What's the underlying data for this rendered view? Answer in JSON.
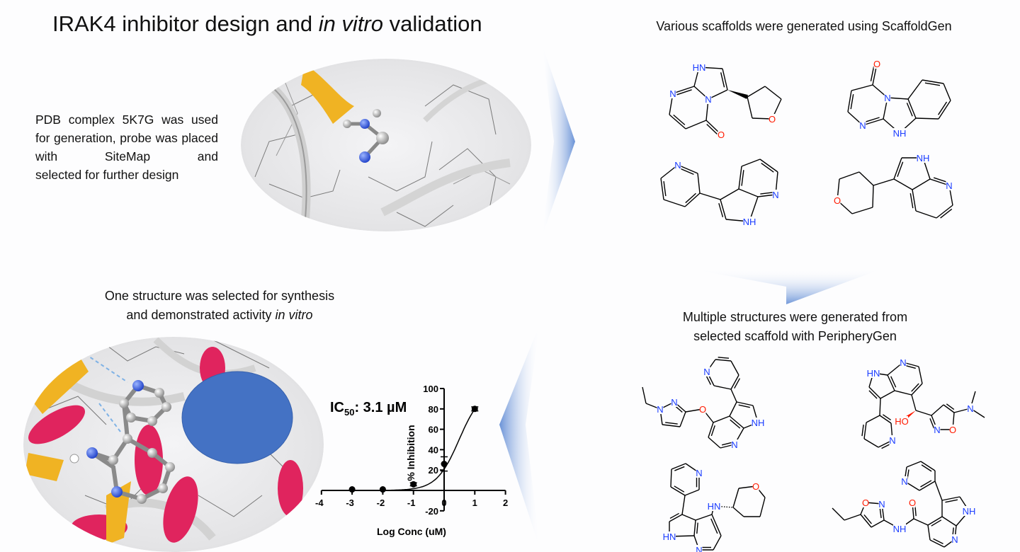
{
  "title": {
    "main": "IRAK4 inhibitor design and ",
    "italic": "in vitro",
    "end": " validation"
  },
  "left_text": {
    "body": "PDB complex 5K7G was used for generation, probe was placed with SiteMap and",
    "last_line": "selected for further design"
  },
  "scaffold_heading": "Various scaffolds were generated using ScaffoldGen",
  "periphery_heading": {
    "line1": "Multiple structures were generated from",
    "line2": "selected scaffold with PeripheryGen"
  },
  "synthesis_heading": {
    "line1": "One structure was selected for synthesis",
    "line2": "and demonstrated activity ",
    "italic": "in vitro"
  },
  "colors": {
    "nitrogen": "#1a3cff",
    "oxygen": "#ff1a00",
    "arrow": "#5b86d6",
    "blob": "#4472c4",
    "helix": "#e0245e",
    "strand": "#f0b323"
  },
  "molecules": [
    {
      "name": "scaffold-1",
      "atom_labels": [
        "N",
        "N",
        "HN",
        "O",
        "O"
      ]
    },
    {
      "name": "scaffold-2",
      "atom_labels": [
        "O",
        "N",
        "N",
        "NH"
      ]
    },
    {
      "name": "scaffold-3",
      "atom_labels": [
        "N",
        "NH",
        "N"
      ]
    },
    {
      "name": "scaffold-4",
      "atom_labels": [
        "O",
        "NH",
        "N"
      ]
    },
    {
      "name": "periphery-1",
      "atom_labels": [
        "N",
        "N",
        "O",
        "N",
        "NH",
        "N"
      ]
    },
    {
      "name": "periphery-2",
      "atom_labels": [
        "HN",
        "N",
        "N",
        "HO",
        "N",
        "O",
        "N"
      ]
    },
    {
      "name": "periphery-3",
      "atom_labels": [
        "N",
        "HN",
        "N",
        "HN",
        "O"
      ]
    },
    {
      "name": "periphery-4",
      "atom_labels": [
        "O",
        "N",
        "NH",
        "O",
        "N",
        "NH",
        "N"
      ]
    }
  ],
  "chart_data": {
    "type": "scatter",
    "title": "",
    "annotation": {
      "prefix": "IC",
      "sub": "50",
      "suffix": ": 3.1 µM"
    },
    "xlabel": "Log Conc (uM)",
    "ylabel": "% Inhibition",
    "xlim": [
      -4,
      2
    ],
    "ylim": [
      -20,
      100
    ],
    "xticks": [
      -4,
      -3,
      -2,
      -1,
      0,
      1,
      2
    ],
    "yticks": [
      -20,
      20,
      40,
      60,
      80,
      100
    ],
    "x": [
      -3,
      -2,
      -1,
      0,
      1
    ],
    "y": [
      1,
      1,
      6,
      26,
      80
    ],
    "yerr": [
      0.5,
      0.5,
      1.5,
      7,
      2
    ],
    "fit": {
      "type": "sigmoidal",
      "ic50_uM": 3.1,
      "hill": 1.18,
      "top": 100,
      "bottom": 0
    },
    "grid": false
  }
}
